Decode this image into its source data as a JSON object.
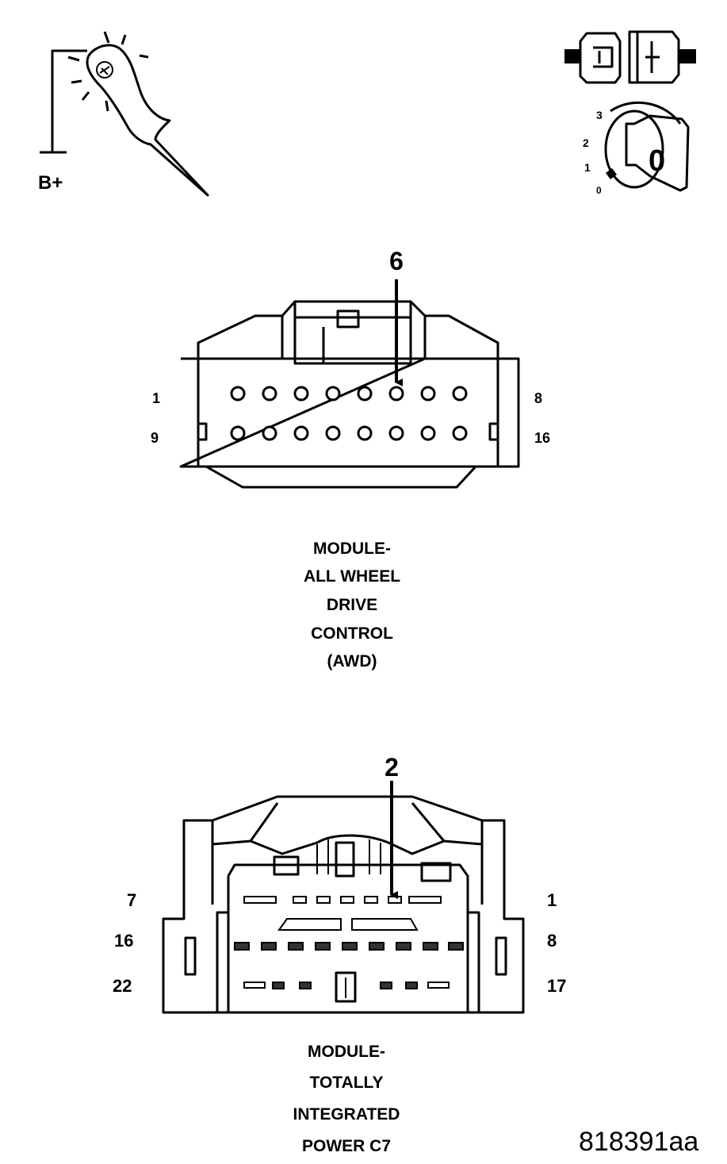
{
  "test_light": {
    "label": "B+"
  },
  "ignition": {
    "positions": [
      "3",
      "2",
      "1",
      "0"
    ],
    "key_symbol": "0"
  },
  "connector_awd": {
    "pointer_pin": "6",
    "row_labels": {
      "top_left": "1",
      "top_right": "8",
      "bottom_left": "9",
      "bottom_right": "16"
    },
    "caption": [
      "MODULE-",
      "ALL WHEEL",
      "DRIVE",
      "CONTROL",
      "(AWD)"
    ]
  },
  "connector_tipm": {
    "pointer_pin": "2",
    "row_labels": {
      "r1_left": "7",
      "r1_right": "1",
      "r2_left": "16",
      "r2_right": "8",
      "r3_left": "22",
      "r3_right": "17"
    },
    "caption": [
      "MODULE-",
      "TOTALLY",
      "INTEGRATED",
      "POWER C7"
    ]
  },
  "figure_id": "818391aa"
}
